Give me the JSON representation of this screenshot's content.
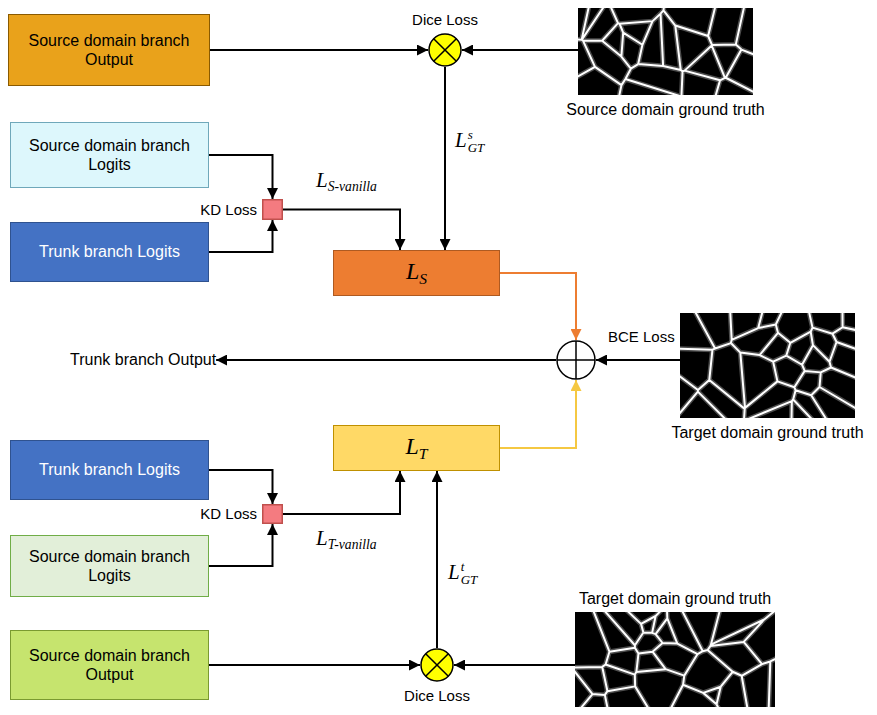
{
  "diagram": {
    "nodes": [
      {
        "text": [
          "Source domain branch Output"
        ]
      },
      {
        "text": [
          "Dice Loss"
        ]
      },
      {
        "text": [
          "Source domain ground truth"
        ]
      },
      {
        "text": [
          "Source domain branch Logits"
        ]
      },
      {
        "text": [
          "KD Loss"
        ]
      },
      {
        "text": [
          "Trunk branch Logits"
        ]
      },
      {
        "text": [
          "LS"
        ]
      },
      {
        "text": [
          "BCE Loss"
        ]
      },
      {
        "text": [
          "Trunk branch Output"
        ]
      },
      {
        "text": [
          "Target domain ground truth"
        ]
      },
      {
        "text": [
          "LT"
        ]
      },
      {
        "text": [
          "Trunk branch Logits"
        ]
      },
      {
        "text": [
          "KD Loss"
        ]
      },
      {
        "text": [
          "Source domain branch Logits"
        ]
      },
      {
        "text": [
          "Target domain ground truth"
        ]
      },
      {
        "text": [
          "Source domain branch Output"
        ]
      },
      {
        "text": [
          "Dice Loss"
        ]
      }
    ],
    "edges": [
      {
        "from": 0,
        "to": 1,
        "arrow": "to"
      },
      {
        "from": 2,
        "to": 1,
        "arrow": "to"
      },
      {
        "from": 1,
        "to": 6,
        "label": "LGTs",
        "arrow": "to"
      },
      {
        "from": 3,
        "to": 4,
        "arrow": "to"
      },
      {
        "from": 5,
        "to": 4,
        "arrow": "to"
      },
      {
        "from": 4,
        "to": 6,
        "label": "LS-vanilla",
        "arrow": "to"
      },
      {
        "from": 6,
        "to": 7,
        "arrow": "to"
      },
      {
        "from": 9,
        "to": 7,
        "arrow": "to"
      },
      {
        "from": 10,
        "to": 7,
        "arrow": "to"
      },
      {
        "from": 7,
        "to": 8,
        "arrow": "to"
      },
      {
        "from": 11,
        "to": 12,
        "arrow": "to"
      },
      {
        "from": 13,
        "to": 12,
        "arrow": "to"
      },
      {
        "from": 12,
        "to": 10,
        "label": "LT-vanilla",
        "arrow": "to"
      },
      {
        "from": 16,
        "to": 10,
        "label": "LGTt",
        "arrow": "to"
      },
      {
        "from": 15,
        "to": 16,
        "arrow": "to"
      },
      {
        "from": 14,
        "to": 16,
        "arrow": "to"
      }
    ]
  }
}
